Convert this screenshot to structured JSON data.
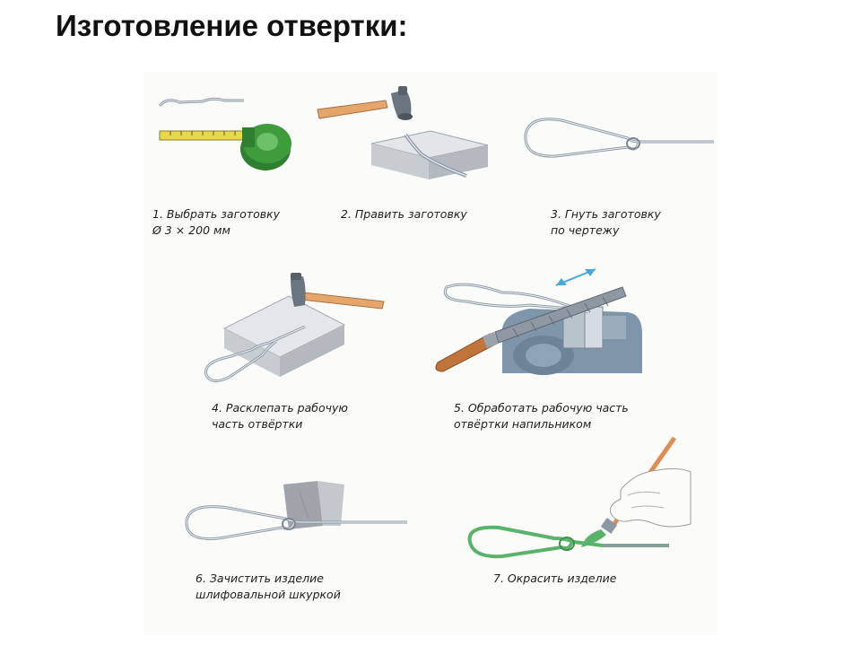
{
  "title": "Изготовление отвертки:",
  "steps": [
    {
      "line1": "1. Выбрать заготовку",
      "line2": "Ø 3 × 200 мм"
    },
    {
      "line1": "2. Править заготовку",
      "line2": ""
    },
    {
      "line1": "3. Гнуть заготовку",
      "line2": "по чертежу"
    },
    {
      "line1": "4. Расклепать рабочую",
      "line2": "часть отвёртки"
    },
    {
      "line1": "5. Обработать рабочую часть",
      "line2": "отвёртки напильником"
    },
    {
      "line1": "6. Зачистить изделие",
      "line2": "шлифовальной шкуркой"
    },
    {
      "line1": "7. Окрасить изделие",
      "line2": ""
    }
  ],
  "colors": {
    "wire": "#8e9aa6",
    "tape": "#3f9c3c",
    "tape_blade": "#e7d94a",
    "hammer_handle": "#e6a66b",
    "hammer_head": "#6b7580",
    "plate": "#d7dbdf",
    "vise": "#7f95aa",
    "file": "#8d98a3",
    "file_handle": "#c0743a",
    "sandpaper": "#a7acb2",
    "paint_green": "#59b36a",
    "brush_handle": "#e08b52",
    "arrow": "#4aa8d8"
  },
  "icons": [
    "tape-measure-icon",
    "hammer-icon",
    "metal-plate-icon",
    "bench-vise-icon",
    "file-tool-icon",
    "sandpaper-icon",
    "paint-brush-icon",
    "hand-icon"
  ]
}
